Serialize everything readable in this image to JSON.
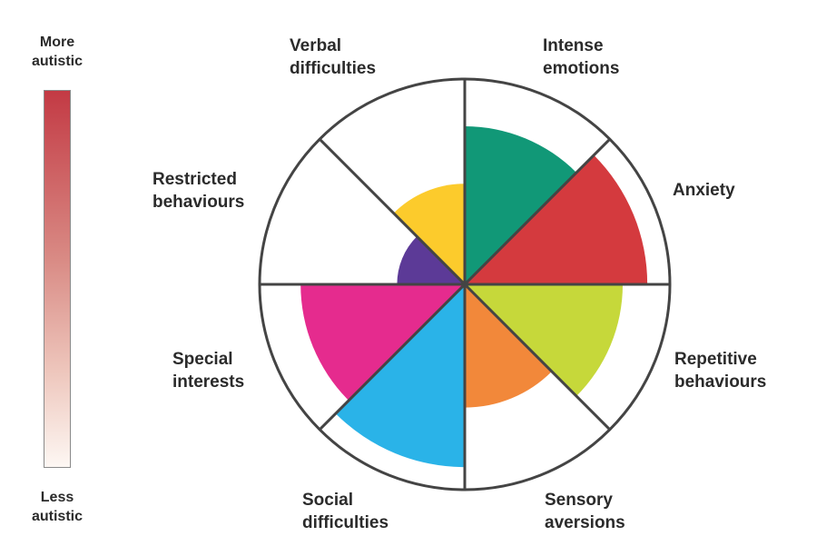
{
  "scale": {
    "top_label": "More\nautistic",
    "bottom_label": "Less\nautistic",
    "gradient_colors": [
      "#c33a44",
      "#fdf7f3"
    ]
  },
  "wheel": {
    "outline_color": "#444444",
    "segments": [
      {
        "label": "Intense emotions",
        "value": 0.77,
        "color": "#119877"
      },
      {
        "label": "Anxiety",
        "value": 0.89,
        "color": "#d43a3e"
      },
      {
        "label": "Repetitive behaviours",
        "value": 0.77,
        "color": "#c6d83a"
      },
      {
        "label": "Sensory aversions",
        "value": 0.6,
        "color": "#f2883a"
      },
      {
        "label": "Social difficulties",
        "value": 0.89,
        "color": "#2ab3e8"
      },
      {
        "label": "Special interests",
        "value": 0.8,
        "color": "#e52b8e"
      },
      {
        "label": "Restricted behaviours",
        "value": 0.33,
        "color": "#5c3a97"
      },
      {
        "label": "Verbal difficulties",
        "value": 0.49,
        "color": "#fccb2c"
      }
    ]
  }
}
